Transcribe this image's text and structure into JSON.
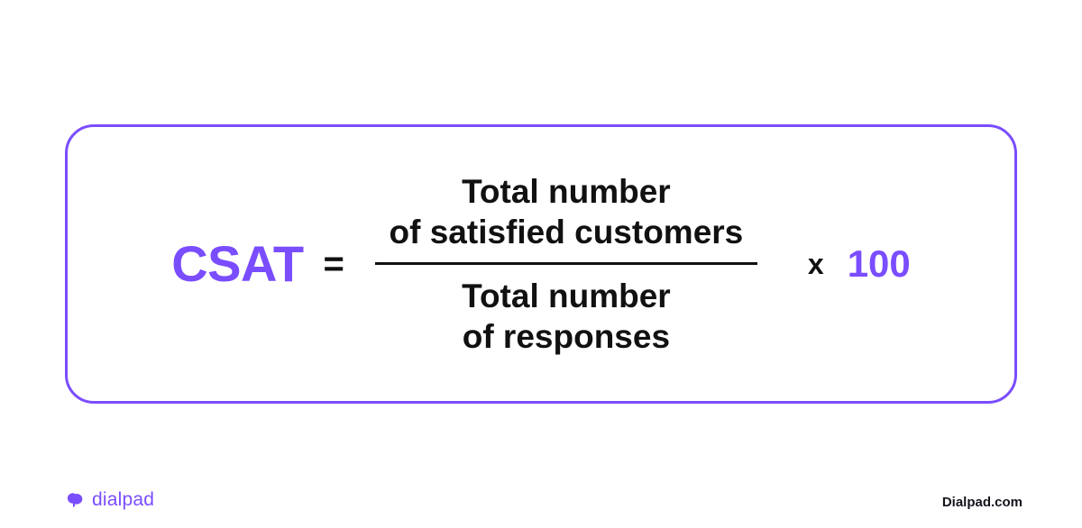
{
  "formula": {
    "lhs_label": "CSAT",
    "equals": "=",
    "numerator_line1": "Total number",
    "numerator_line2": "of satisfied customers",
    "denominator_line1": "Total number",
    "denominator_line2": "of responses",
    "multiply": "x",
    "multiplier": "100"
  },
  "footer": {
    "brand_name": "dialpad",
    "url": "Dialpad.com"
  },
  "colors": {
    "accent_purple": "#7a4dff",
    "text_black": "#111111",
    "background": "#ffffff"
  }
}
